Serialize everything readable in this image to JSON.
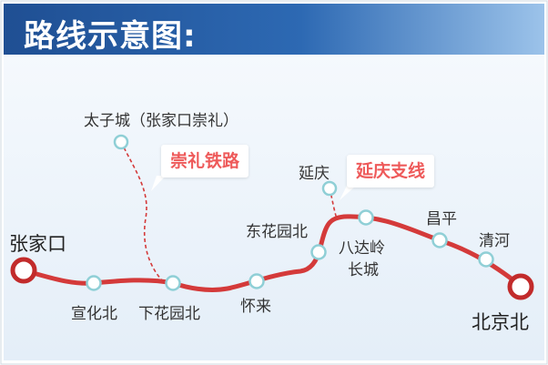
{
  "title": "路线示意图:",
  "colors": {
    "title_bar": "#2d69b3",
    "map_background": "#eef5fc",
    "line_red": "#d43a3a",
    "station_fill": "#ffffff",
    "station_ring": "#8fcfd6",
    "terminal_ring": "#c22b2b",
    "callout_text": "#ee5a5a"
  },
  "callouts": {
    "chongli_railway": "崇礼铁路",
    "yanqing_branch": "延庆支线"
  },
  "stations": {
    "zhangjiakou": "张家口",
    "xuanhua_bei": "宣化北",
    "xiahuayuan_bei": "下花园北",
    "huailai": "怀来",
    "donghuayuan_bei": "东花园北",
    "badaling_line1": "八达岭",
    "badaling_line2": "长城",
    "changping": "昌平",
    "qinghe": "清河",
    "beijing_bei": "北京北",
    "yanqing": "延庆",
    "taizicheng": "太子城（张家口崇礼）"
  }
}
